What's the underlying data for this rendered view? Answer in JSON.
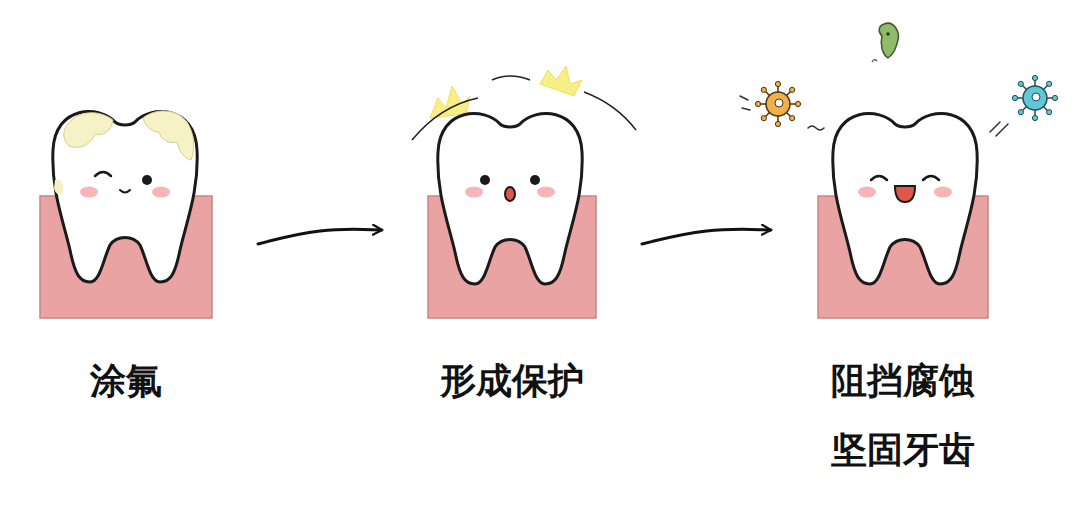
{
  "diagram": {
    "nodes": [
      {
        "text": [
          "涂氟"
        ]
      },
      {
        "text": [
          "形成保护"
        ]
      },
      {
        "text": [
          "阻挡腐蚀",
          "坚固牙齿"
        ]
      }
    ],
    "edges": [
      {
        "from": 0,
        "to": 1,
        "arrow": "to"
      },
      {
        "from": 1,
        "to": 2,
        "arrow": "to"
      }
    ]
  }
}
